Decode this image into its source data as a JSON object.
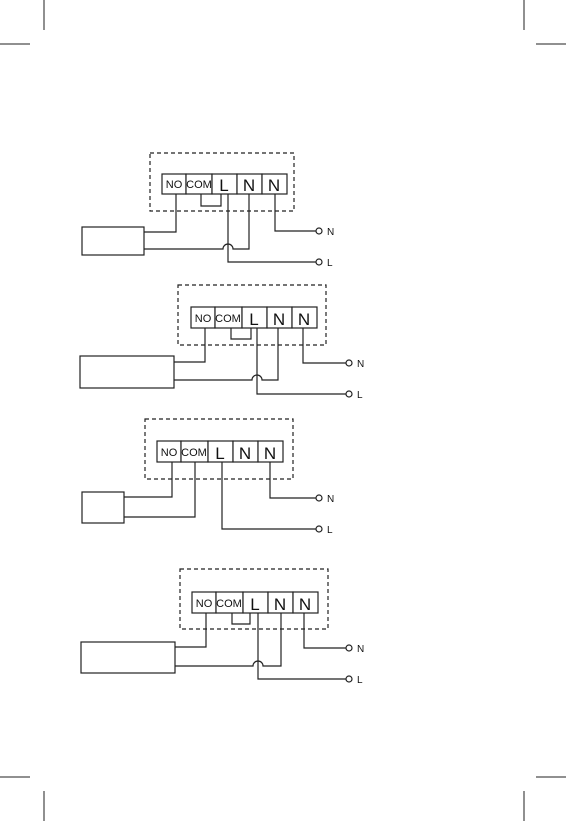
{
  "terminals": [
    "NO",
    "COM",
    "L",
    "N",
    "N"
  ],
  "supply_labels": {
    "neutral": "N",
    "live": "L"
  },
  "diagrams": [
    {
      "id": "diagram-1",
      "com_l_bridge": true,
      "crossover": true
    },
    {
      "id": "diagram-2",
      "com_l_bridge": true,
      "crossover": true
    },
    {
      "id": "diagram-3",
      "com_l_bridge": false,
      "crossover": false
    },
    {
      "id": "diagram-4",
      "com_l_bridge": true,
      "crossover": true
    }
  ]
}
